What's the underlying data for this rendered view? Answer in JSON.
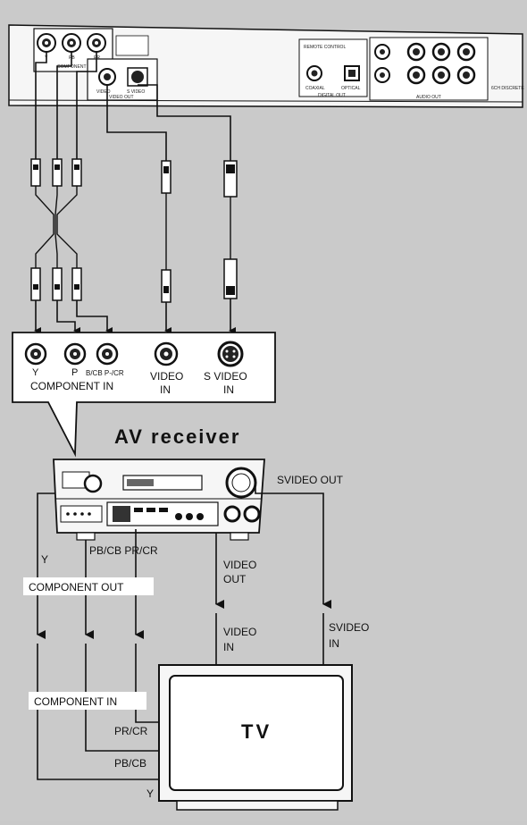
{
  "player": {
    "jacks": {
      "component": [
        "Y",
        "PB",
        "PR"
      ],
      "component_group": "COMPONENT",
      "video": "VIDEO",
      "svideo": "S VIDEO",
      "video_out_group": "VIDEO OUT",
      "digital_coax": "COAXIAL",
      "digital_optical": "OPTICAL",
      "digital_group": "DIGITAL OUT",
      "remote_label": "REMOTE CONTROL",
      "audio_out_group": "AUDIO OUT",
      "sixch": "6CH DISCRETE"
    }
  },
  "panel": {
    "jack_labels": [
      "Y",
      "P",
      "B/CB P-/CR",
      "VIDEO",
      "IN",
      "S VIDEO",
      "IN"
    ],
    "component_in": "COMPONENT IN"
  },
  "receiver": {
    "title": "AV receiver",
    "svideo_out": "SVIDEO OUT",
    "y_label": "Y",
    "pb_pr_label": "PB/CB PR/CR",
    "component_out": "COMPONENT OUT",
    "video_out_line1": "VIDEO",
    "video_out_line2": "OUT"
  },
  "tv": {
    "title": "TV",
    "video_in_line1": "VIDEO",
    "video_in_line2": "IN",
    "svideo_in_line1": "SVIDEO",
    "svideo_in_line2": "IN",
    "component_in": "COMPONENT IN",
    "pr_label": "PR/CR",
    "pb_label": "PB/CB",
    "y_label": "Y"
  },
  "colors": {
    "background": "#cacaca",
    "device": "#f4f4f4",
    "line": "#111111"
  }
}
